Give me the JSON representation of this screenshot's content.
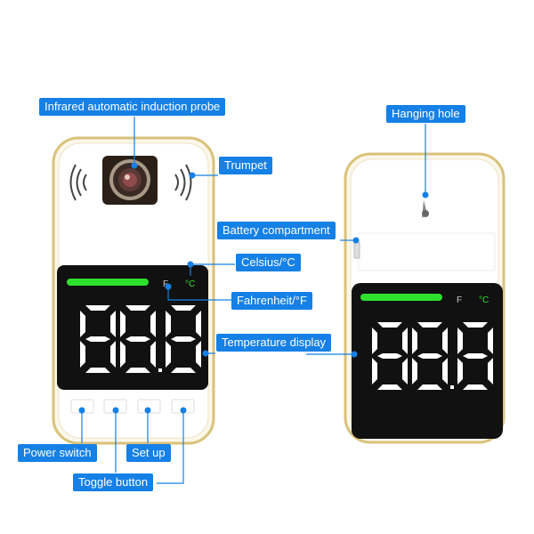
{
  "device_display": {
    "fahrenheit_letter": "F",
    "celsius_symbol": "°C",
    "readout": "88.8"
  },
  "callouts": {
    "probe": "Infrared automatic induction probe",
    "trumpet": "Trumpet",
    "celsius": "Celsius/°C",
    "fahrenheit": "Fahrenheit/°F",
    "temperature_display": "Temperature display",
    "power_switch": "Power switch",
    "set_up": "Set up",
    "toggle_button": "Toggle button",
    "hanging_hole": "Hanging hole",
    "battery_compartment": "Battery compartment"
  },
  "colors": {
    "callout_blue": "#1580e6",
    "status_green": "#2ee02e",
    "device_gold_border": "#d9c27a",
    "screen_black": "#111111"
  }
}
